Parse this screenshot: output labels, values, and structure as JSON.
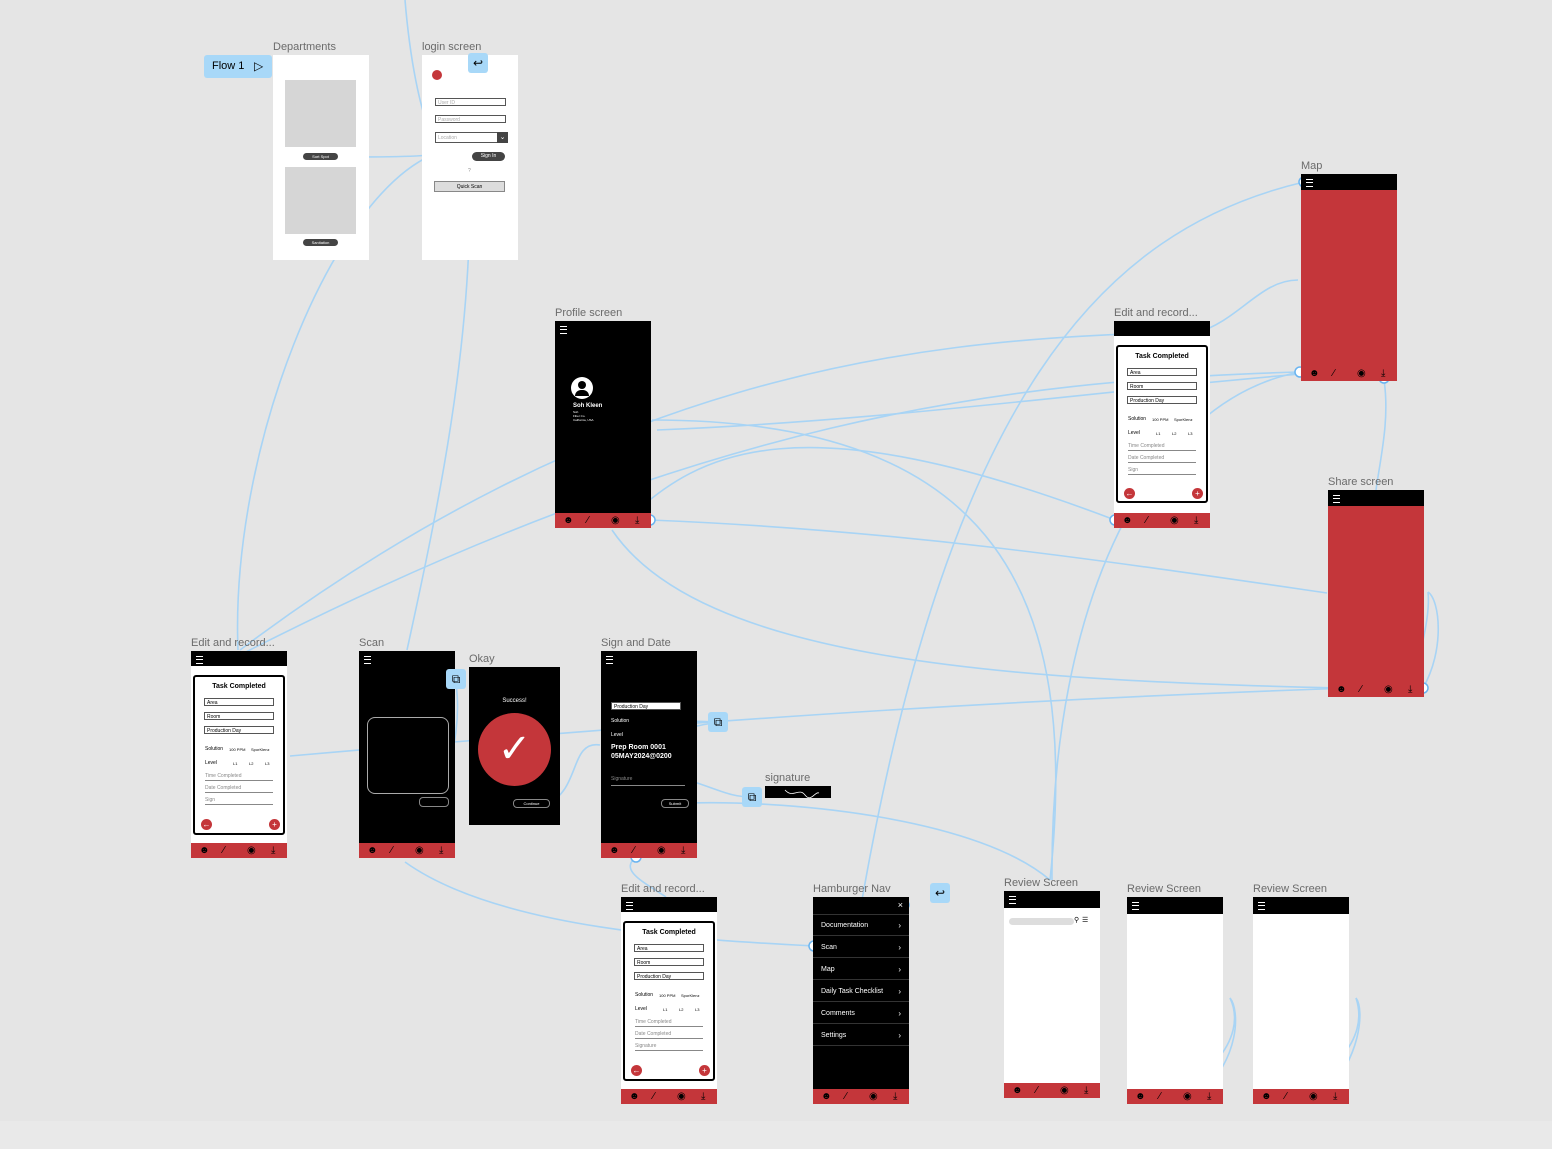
{
  "flow": {
    "label": "Flow 1",
    "play_icon": "play-frame-icon"
  },
  "frames": {
    "departments": {
      "title": "Departments",
      "btn1": "Sort Spot",
      "btn2": "Sanitation"
    },
    "login": {
      "title": "login screen",
      "user_id": "User ID",
      "password": "Password",
      "location": "Location",
      "sign_in": "Sign In",
      "quick_scan": "Quick Scan",
      "hint": "?"
    },
    "profile": {
      "title": "Profile screen",
      "name": "Soh Kleen",
      "sub1": "Soh",
      "sub2": "Fiber Co.",
      "sub3": "California, USA"
    },
    "map": {
      "title": "Map"
    },
    "edit_record_top": {
      "title": "Edit and record..."
    },
    "share": {
      "title": "Share screen"
    },
    "edit_record_left": {
      "title": "Edit and record..."
    },
    "scan": {
      "title": "Scan"
    },
    "okay": {
      "title": "Okay",
      "success": "Success!",
      "continue": "Continue"
    },
    "sign_date": {
      "title": "Sign and Date",
      "production_day": "Production Day",
      "solution": "Solution",
      "level": "Level",
      "prep_room": "Prep Room 0001",
      "date": "05MAY2024@0200",
      "signature": "Signature",
      "submit": "Submit"
    },
    "signature": {
      "title": "signature"
    },
    "edit_record_bottom": {
      "title": "Edit and record..."
    },
    "hamburger": {
      "title": "Hamburger Nav",
      "items": [
        "Documentation",
        "Scan",
        "Map",
        "Daily Task Checklist",
        "Comments",
        "Settings"
      ]
    },
    "review1": {
      "title": "Review Screen"
    },
    "review2": {
      "title": "Review Screen"
    },
    "review3": {
      "title": "Review Screen"
    }
  },
  "task_form": {
    "title": "Task Completed",
    "area": "Area",
    "room": "Room",
    "production_day": "Production Day",
    "solution_label": "Solution",
    "solution_opt1": "100 PPM",
    "solution_opt2": "SporKlenz",
    "level_label": "Level",
    "level_opts": [
      "L1",
      "L2",
      "L3"
    ],
    "time_completed": "Time Completed",
    "date_completed": "Date Completed",
    "sign": "Sign",
    "signature": "Signature"
  },
  "tabs": {
    "profile": "☻",
    "edit": "∕",
    "view": "◉",
    "download": "⤓"
  },
  "colors": {
    "canvas": "#e5e5e5",
    "accent_red": "#c4363a",
    "connector": "#a8d4f5",
    "badge": "#a8d8f8"
  }
}
